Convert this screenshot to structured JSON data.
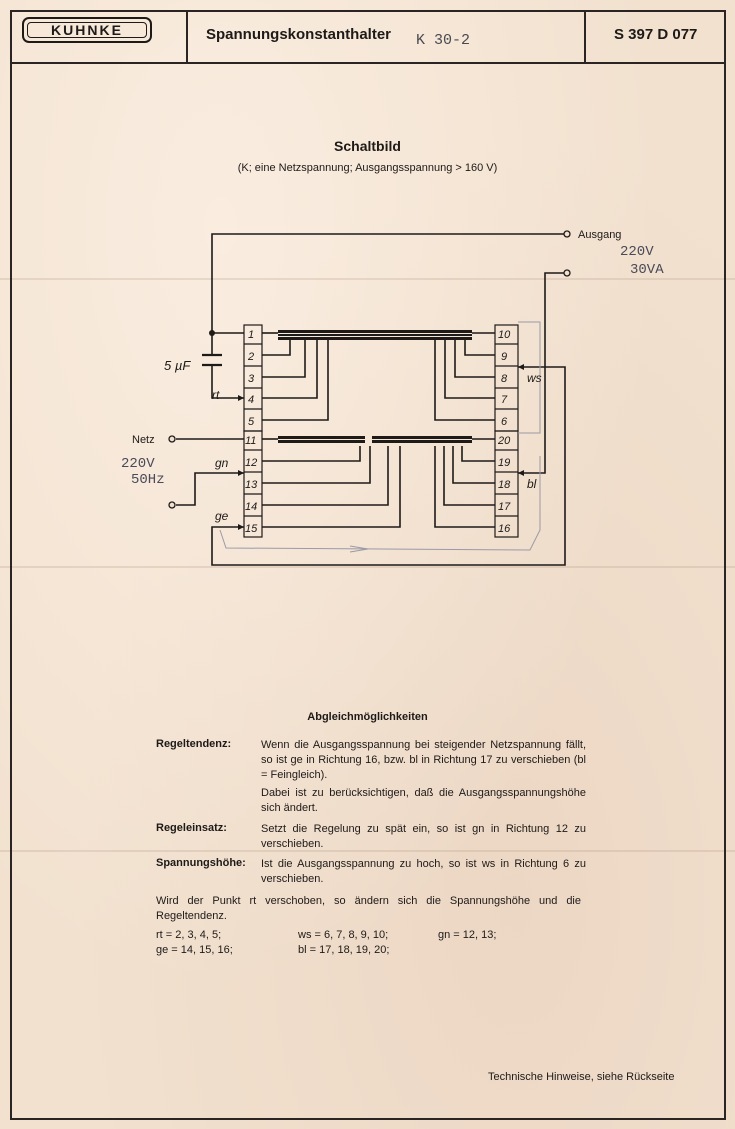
{
  "header": {
    "logo": "KUHNKE",
    "title": "Spannungskonstanthalter",
    "model_typed": "K 30-2",
    "doc_no": "S 397 D 077"
  },
  "schematic": {
    "title": "Schaltbild",
    "subtitle": "(K; eine Netzspannung; Ausgangsspannung > 160 V)",
    "labels": {
      "ausgang": "Ausgang",
      "out_voltage": "220V",
      "out_power": "30VA",
      "netz": "Netz",
      "in_voltage": "220V",
      "in_freq": "50Hz",
      "capacitor": "5 µF",
      "rt": "rt",
      "gn": "gn",
      "ge": "ge",
      "ws": "ws",
      "bl": "bl"
    },
    "terminals_left": [
      "1",
      "2",
      "3",
      "4",
      "5",
      "11",
      "12",
      "13",
      "14",
      "15"
    ],
    "terminals_right": [
      "10",
      "9",
      "8",
      "7",
      "6",
      "20",
      "19",
      "18",
      "17",
      "16"
    ]
  },
  "adjustment": {
    "title": "Abgleichmöglichkeiten",
    "items": [
      {
        "label": "Regeltendenz:",
        "text": "Wenn die Ausgangsspannung bei steigender Netzspannung fällt, so ist ge in Richtung 16, bzw. bl in Richtung 17 zu verschieben (bl = Feingleich).",
        "note": "Dabei ist zu berücksichtigen, daß die Ausgangsspannungshöhe sich ändert."
      },
      {
        "label": "Regeleinsatz:",
        "text": "Setzt die Regelung zu spät ein, so ist gn in Richtung 12 zu verschieben."
      },
      {
        "label": "Spannungshöhe:",
        "text": "Ist die Ausgangsspannung zu hoch, so ist ws in Richtung 6 zu verschieben."
      }
    ],
    "paragraph": "Wird der Punkt rt verschoben, so ändern sich die Spannungshöhe und die Regeltendenz.",
    "lists": {
      "rt": "rt = 2, 3, 4, 5;",
      "ws": "ws = 6, 7, 8, 9, 10;",
      "gn": "gn = 12, 13;",
      "ge": "ge = 14, 15, 16;",
      "bl": "bl = 17, 18, 19, 20;"
    }
  },
  "footer": "Technische Hinweise, siehe Rückseite"
}
